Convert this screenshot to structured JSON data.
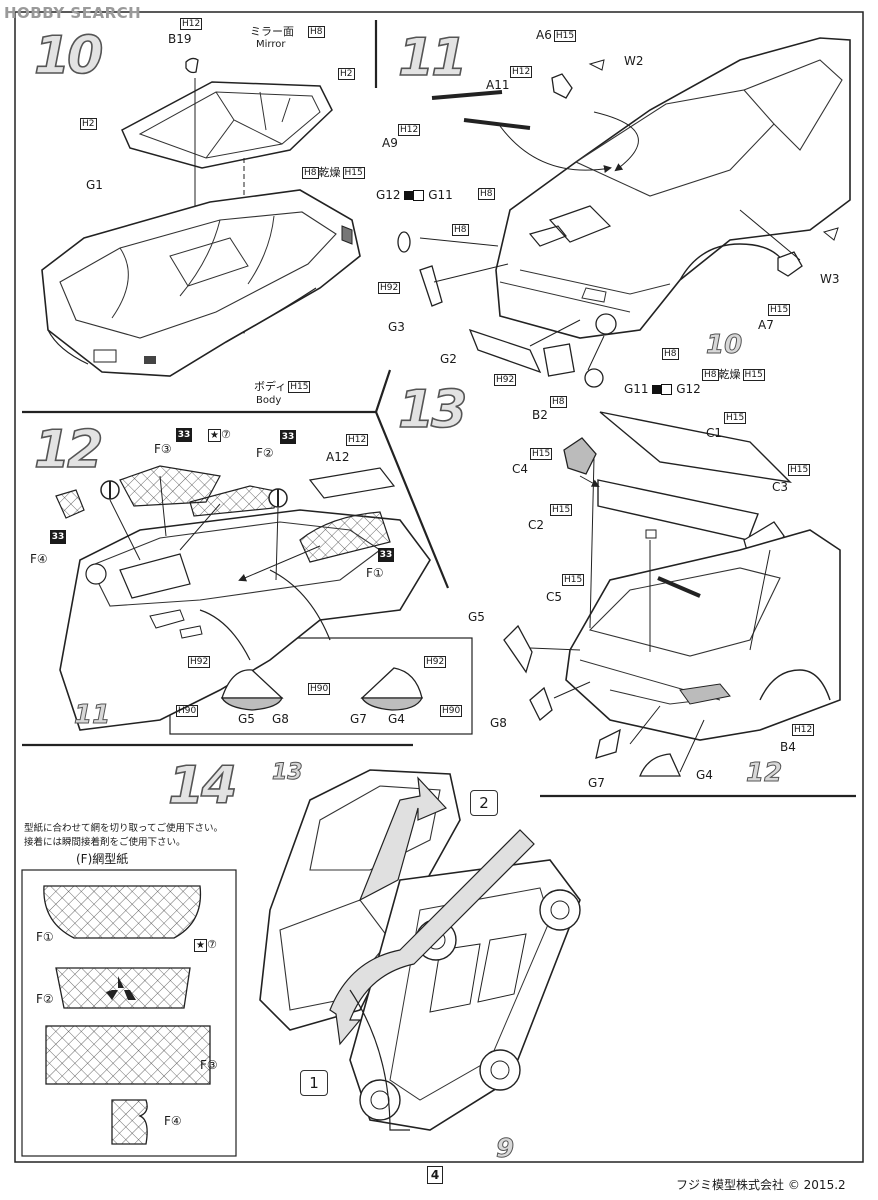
{
  "watermark": "HOBBY SEARCH",
  "steps": {
    "s10": {
      "num": "10"
    },
    "s11": {
      "num": "11"
    },
    "s12": {
      "num": "12"
    },
    "s13": {
      "num": "13"
    },
    "s14": {
      "num": "14"
    }
  },
  "step10": {
    "b19": "B19",
    "b19_h": "H12",
    "mirror_jp": "ミラー面",
    "mirror_en": "Mirror",
    "mirror_h": "H8",
    "h2a": "H2",
    "h2b": "H2",
    "g1": "G1",
    "body_jp": "ボディ",
    "body_h": "H15",
    "body_en": "Body"
  },
  "step11": {
    "a6": "A6",
    "a6_h": "H15",
    "w2": "W2",
    "a11": "A11",
    "a11_h": "H12",
    "a9": "A9",
    "a9_h": "H12",
    "dry": "乾燥",
    "dry_h1": "H8",
    "dry_h2": "H15",
    "g12": "G12",
    "g11": "G11",
    "h8a": "H8",
    "h8b": "H8",
    "h92": "H92",
    "g3": "G3",
    "g2": "G2",
    "h92b": "H92",
    "b2": "B2",
    "b2_h": "H8",
    "g11b": "G11",
    "g12b": "G12",
    "dry2": "乾燥",
    "dry2_h1": "H8",
    "dry2_h2": "H15",
    "h8c": "H8",
    "ten": "10",
    "w3": "W3",
    "a7": "A7",
    "a7_h": "H15"
  },
  "step12": {
    "f3": "F③",
    "f2": "F②",
    "f1": "F①",
    "f4": "F④",
    "a12": "A12",
    "a12_h": "H12",
    "badge": "33",
    "star_num": "⑦",
    "eleven": "11",
    "inset": {
      "h92a": "H92",
      "h92b": "H92",
      "h90a": "H90",
      "h90b": "H90",
      "h90c": "H90",
      "g5": "G5",
      "g8": "G8",
      "g7": "G7",
      "g4": "G4"
    }
  },
  "step13": {
    "c1": "C1",
    "c1_h": "H15",
    "c4": "C4",
    "c4_h": "H15",
    "c2": "C2",
    "c2_h": "H15",
    "c3": "C3",
    "c3_h": "H15",
    "c5": "C5",
    "c5_h": "H15",
    "g5": "G5",
    "g8": "G8",
    "g7": "G7",
    "g4": "G4",
    "b4": "B4",
    "b4_h": "H12",
    "twelve": "12"
  },
  "step14": {
    "note1": "型紙に合わせて網を切り取ってご使用下さい。",
    "note2": "接着には瞬間接着剤をご使用下さい。",
    "template_title": "(F)網型紙",
    "f1": "F①",
    "f2": "F②",
    "f3": "F③",
    "f4": "F④",
    "star_num": "⑦",
    "label13": "13",
    "label9": "9",
    "box1": "1",
    "box2": "2"
  },
  "footer": {
    "page": "4",
    "company": "フジミ模型株式会社",
    "copyright": "© 2015.2"
  }
}
